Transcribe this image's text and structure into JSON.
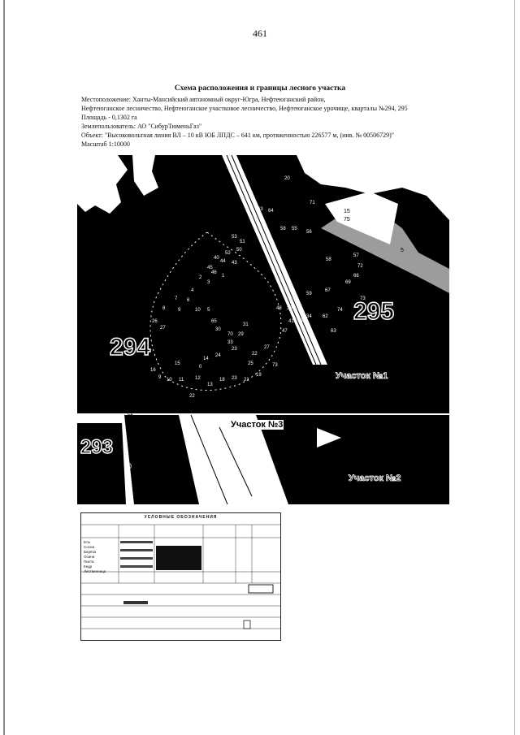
{
  "page_number": "461",
  "title": "Схема расположения и границы лесного участка",
  "meta": {
    "location": "Местоположение: Ханты-Мансийский автономный округ-Югра, Нефтеюганский район,",
    "location2": "Нефтеюганское лесничество, Нефтеюганское участковое лесничество, Нефтеюганское урочище, кварталы №294, 295",
    "area": "Площадь - 0,1302 га",
    "user": "Землепользователь: АО \"СибурТюменьГаз\"",
    "object": "Объект: \"Высоковольтная линия ВЛ – 10 кВ ЮБ ЛПДС – 641 км, протяженностью 226577 м, (инв. № 00506729)\"",
    "scale": "Масштаб 1:10000"
  },
  "map": {
    "quarter_294": "294",
    "quarter_295": "295",
    "quarter_293": "293",
    "plot1": "Участок №1",
    "plot2": "Участок №2",
    "plot3": "Участок №3",
    "label_15": "15",
    "label_75": "75",
    "label_5": "5",
    "label_56": "56",
    "label_0": "0",
    "label_20": "20"
  },
  "legend": {
    "title": "УСЛОВНЫЕ ОБОЗНАЧЕНИЯ",
    "rows": [
      "Ель",
      "Сосна",
      "Берёза",
      "Осина",
      "Пихта",
      "Кедр",
      "Лиственница"
    ]
  }
}
